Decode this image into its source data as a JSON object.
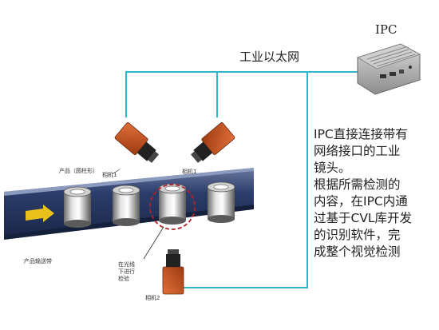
{
  "labels": {
    "ipc": "IPC",
    "network": "工业以太网",
    "product": "产品（圆柱形）",
    "camera1": "相机1",
    "camera2": "相机1",
    "camera3": "相机2",
    "conveyor": "产品输送带",
    "defect": "在光线下进行检验"
  },
  "description": {
    "lines": [
      "IPC直接连接带有",
      "网络接口的工业",
      "镜头。",
      "根据所需检测的",
      "内容，在IPC内通",
      "过基于CVL库开发",
      "的识别软件，完",
      "成整个视觉检测"
    ]
  },
  "colors": {
    "cable": "#2fb6c8",
    "belt": "#2b3d6b",
    "camera_body": "#c0501c",
    "arrow": "#e8c21a",
    "defect_circle": "#b0232a"
  }
}
